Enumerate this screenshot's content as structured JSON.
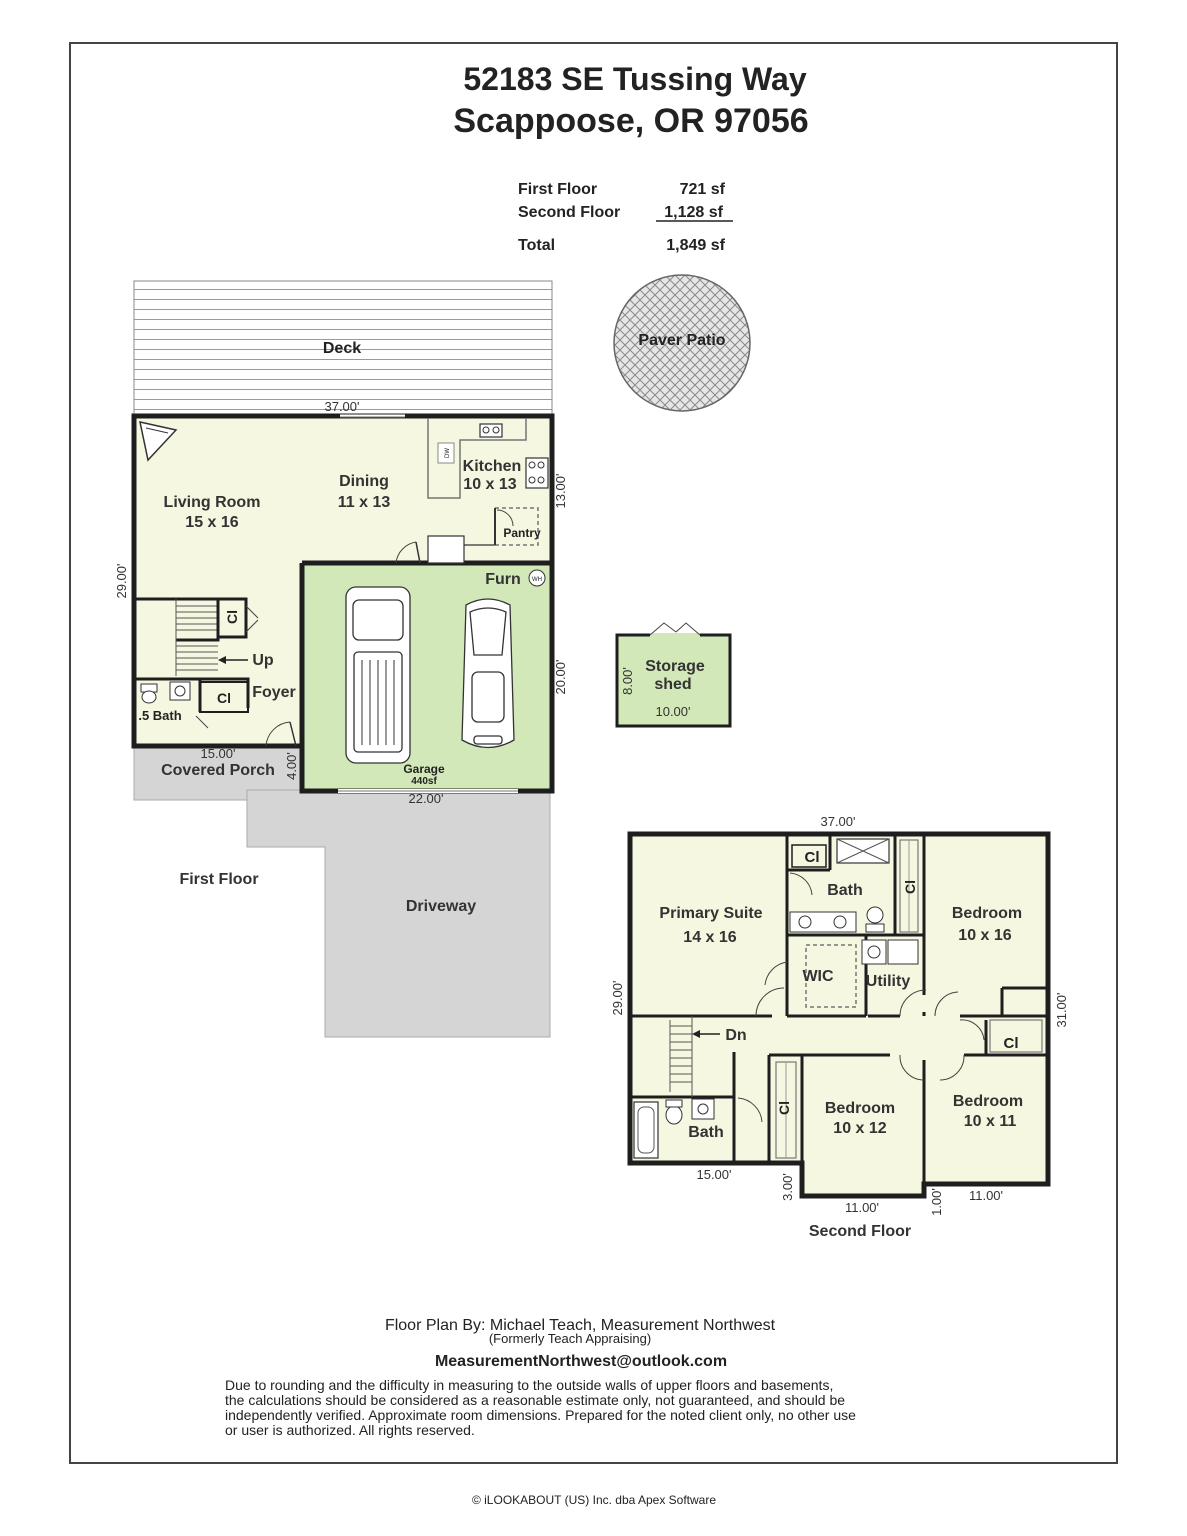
{
  "header": {
    "address_line1": "52183 SE Tussing Way",
    "address_line2": "Scappoose, OR 97056"
  },
  "area_table": {
    "rows": [
      {
        "label": "First Floor",
        "value": "721 sf"
      },
      {
        "label": "Second Floor",
        "value": "1,128 sf"
      }
    ],
    "total_label": "Total",
    "total_value": "1,849 sf"
  },
  "first_floor": {
    "label": "First Floor",
    "deck": "Deck",
    "paver_patio": "Paver Patio",
    "living_room": {
      "name": "Living Room",
      "size": "15 x 16"
    },
    "dining": {
      "name": "Dining",
      "size": "11 x 13"
    },
    "kitchen": {
      "name": "Kitchen",
      "size": "10 x 13"
    },
    "pantry": "Pantry",
    "furn": "Furn",
    "wh": "WH",
    "dw": "DW",
    "closet_stair": "Cl",
    "closet_foyer": "Cl",
    "up": "Up",
    "foyer": "Foyer",
    "half_bath": ".5 Bath",
    "covered_porch": "Covered Porch",
    "garage": "Garage",
    "garage_area": "440sf",
    "driveway": "Driveway",
    "storage_shed": {
      "line1": "Storage",
      "line2": "shed"
    },
    "dims": {
      "top": "37.00'",
      "left": "29.00'",
      "kitchen_right": "13.00'",
      "garage_right": "20.00'",
      "porch_width": "15.00'",
      "porch_depth": "4.00'",
      "garage_width": "22.00'",
      "shed_height": "8.00'",
      "shed_width": "10.00'"
    }
  },
  "second_floor": {
    "label": "Second Floor",
    "primary_suite": {
      "name": "Primary Suite",
      "size": "14 x 16"
    },
    "bath_primary": "Bath",
    "closet_primary": "Cl",
    "closet_hall": "Cl",
    "wic": "WIC",
    "utility": "Utility",
    "bedroom_ne": {
      "name": "Bedroom",
      "size": "10 x 16"
    },
    "closet_ne": "Cl",
    "dn": "Dn",
    "bath_hall": "Bath",
    "closet_bed2": "Cl",
    "bedroom_s": {
      "name": "Bedroom",
      "size": "10 x 12"
    },
    "bedroom_se": {
      "name": "Bedroom",
      "size": "10 x 11"
    },
    "dims": {
      "top": "37.00'",
      "left": "29.00'",
      "right": "31.00'",
      "bottom_left": "15.00'",
      "jog_left": "3.00'",
      "bottom_mid": "11.00'",
      "jog_right": "1.00'",
      "bottom_right": "11.00'"
    }
  },
  "footer": {
    "credit": "Floor Plan By: Michael Teach, Measurement Northwest",
    "formerly": "(Formerly Teach Appraising)",
    "email": "MeasurementNorthwest@outlook.com",
    "disclaimer": [
      "Due to rounding and the difficulty in measuring to the outside walls of upper floors and basements,",
      "the calculations should be considered as a reasonable estimate only, not guaranteed, and should be",
      "independently verified. Approximate room dimensions. Prepared for the noted client only, no other use",
      "or user is authorized. All rights reserved."
    ],
    "copyright": "© iLOOKABOUT (US) Inc. dba Apex Software"
  },
  "colors": {
    "interior": "#f6f7e1",
    "garage": "#d3e8b8",
    "driveway": "#d5d5d5",
    "wall": "#1e1e1e"
  }
}
